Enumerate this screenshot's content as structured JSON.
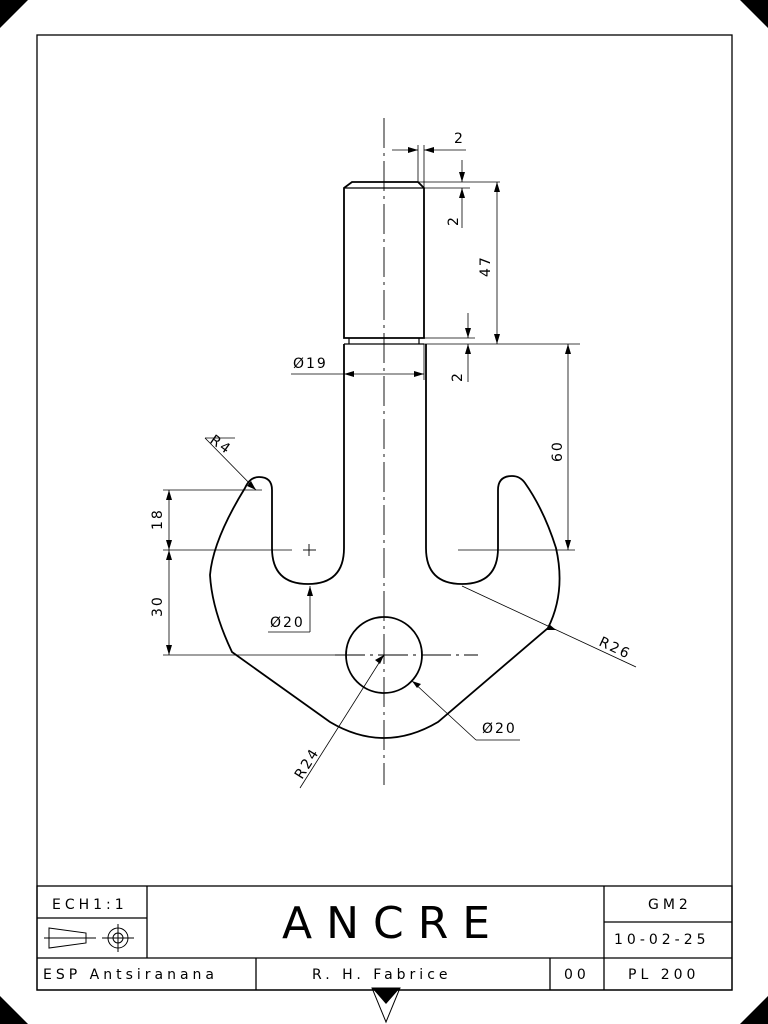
{
  "drawing": {
    "dimensions": {
      "chamfer_width": "2",
      "chamfer_height": "2",
      "shaft_length": "47",
      "groove": "2",
      "shaft_diameter": "Ø19",
      "neck_length": "60",
      "tip_radius": "R4",
      "tip_height": "18",
      "hook_offset": "30",
      "inner_diameter": "Ø20",
      "outer_radius": "R26",
      "bottom_radius": "R24",
      "hole_diameter": "Ø20"
    }
  },
  "title_block": {
    "scale": "ECH1:1",
    "title": "ANCRE",
    "class": "GM2",
    "date": "10-02-25",
    "school": "ESP Antsiranana",
    "author": "R. H. Fabrice",
    "index": "00",
    "sheet": "PL 200"
  }
}
